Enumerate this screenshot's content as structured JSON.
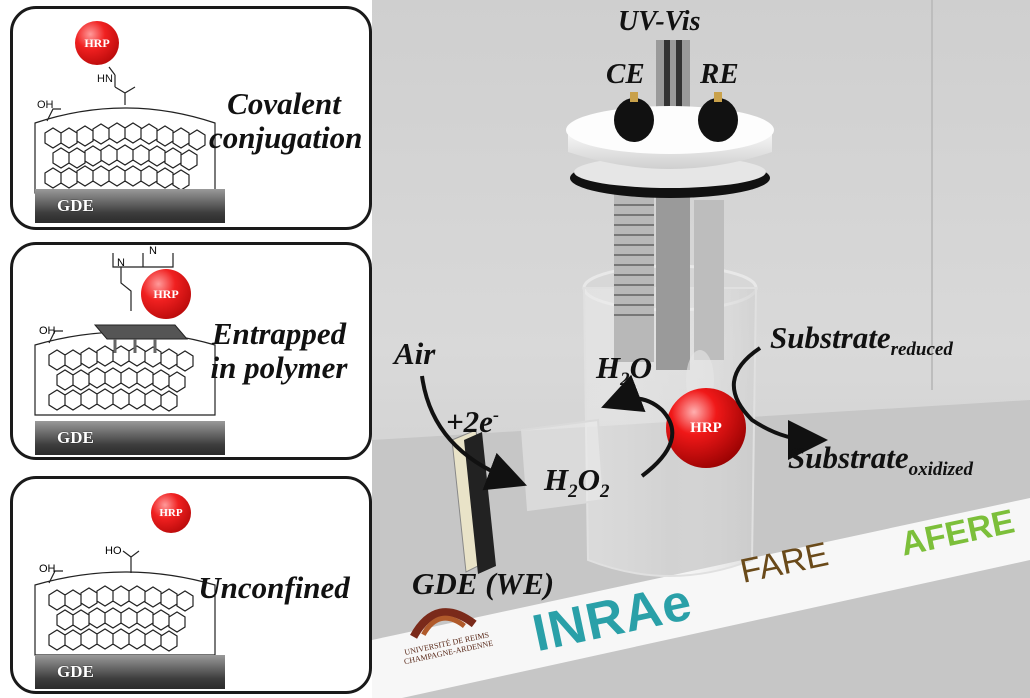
{
  "panels": [
    {
      "title_line1": "Covalent",
      "title_line2": "conjugation",
      "hrp": "HRP",
      "gde": "GDE",
      "group_label": "OH",
      "nh_label": "HN"
    },
    {
      "title_line1": "Entrapped",
      "title_line2": "in polymer",
      "hrp": "HRP",
      "gde": "GDE",
      "group_label": "OH",
      "n1": "N",
      "n2": "N"
    },
    {
      "title_line1": "Unconfined",
      "hrp": "HRP",
      "gde": "GDE",
      "group_label": "OH",
      "group_label2": "HO"
    }
  ],
  "scene": {
    "uv_vis": "UV-Vis",
    "ce": "CE",
    "re": "RE",
    "air": "Air",
    "electrons": "+2e",
    "electron_sup": "-",
    "h2o": "H",
    "h2o_sub": "2",
    "h2o_o": "O",
    "h2o2": "H",
    "h2o2_sub1": "2",
    "h2o2_o": "O",
    "h2o2_sub2": "2",
    "hrp": "HRP",
    "substrate_reduced": "Substrate",
    "reduced_sub": "reduced",
    "substrate_oxidized": "Substrate",
    "oxidized_sub": "oxidized",
    "gde_we": "GDE (WE)",
    "logos": {
      "univ": "UNIVERSITÉ DE REIMS CHAMPAGNE-ARDENNE",
      "inrae": "INRAe",
      "fare": "FARE",
      "afere": "AFERE"
    }
  }
}
